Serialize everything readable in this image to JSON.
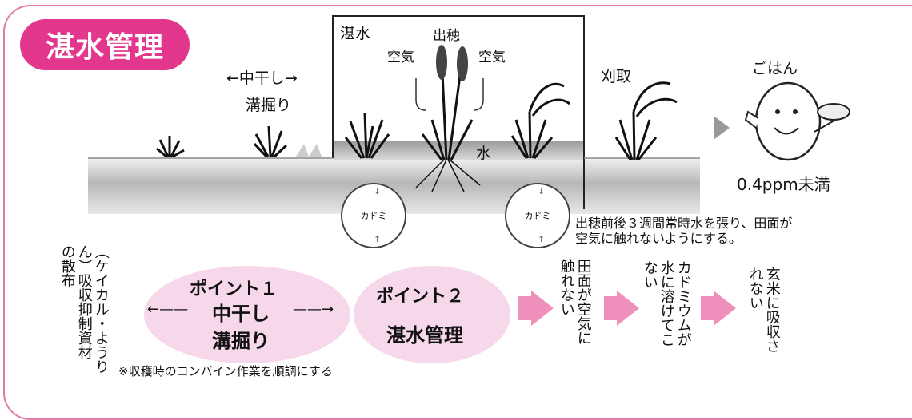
{
  "title": "湛水管理",
  "labels": {
    "nakaboshi": "←中干し→",
    "mizobori": "溝掘り",
    "tansui": "湛水",
    "shussui": "出穂",
    "kuki_left": "空気",
    "kuki_right": "空気",
    "mizu": "水",
    "karitori": "刈取",
    "gohan": "ごはん",
    "concentration": "0.4ppm未満",
    "cadmium_1": "カドミ",
    "cadmium_2": "カドミ"
  },
  "description": {
    "line1": "出穂前後３週間常時水を張り、田面が",
    "line2": "空気に触れないようにする。"
  },
  "side_note": {
    "line1": "（ケイカル・ようり",
    "line2": "ん）吸収抑制資材",
    "line3": "の散布"
  },
  "point1": {
    "title": "ポイント１",
    "line2": "中干し",
    "line3": "溝掘り"
  },
  "point2": {
    "title": "ポイント２",
    "line2": "湛水管理"
  },
  "footnote": "※収穫時のコンバイン作業を順調にする",
  "flow": [
    {
      "line1": "田面が空気に",
      "line2": "触れない"
    },
    {
      "line1": "カドミウムが",
      "line2": "水に溶けてこ",
      "line3": "ない"
    },
    {
      "line1": "玄米に吸収さ",
      "line2": "れない"
    }
  ],
  "colors": {
    "accent": "#e2378c",
    "ellipse": "#f7d7ea",
    "arrow": "#ef8fbc",
    "border": "#e07aa7"
  }
}
